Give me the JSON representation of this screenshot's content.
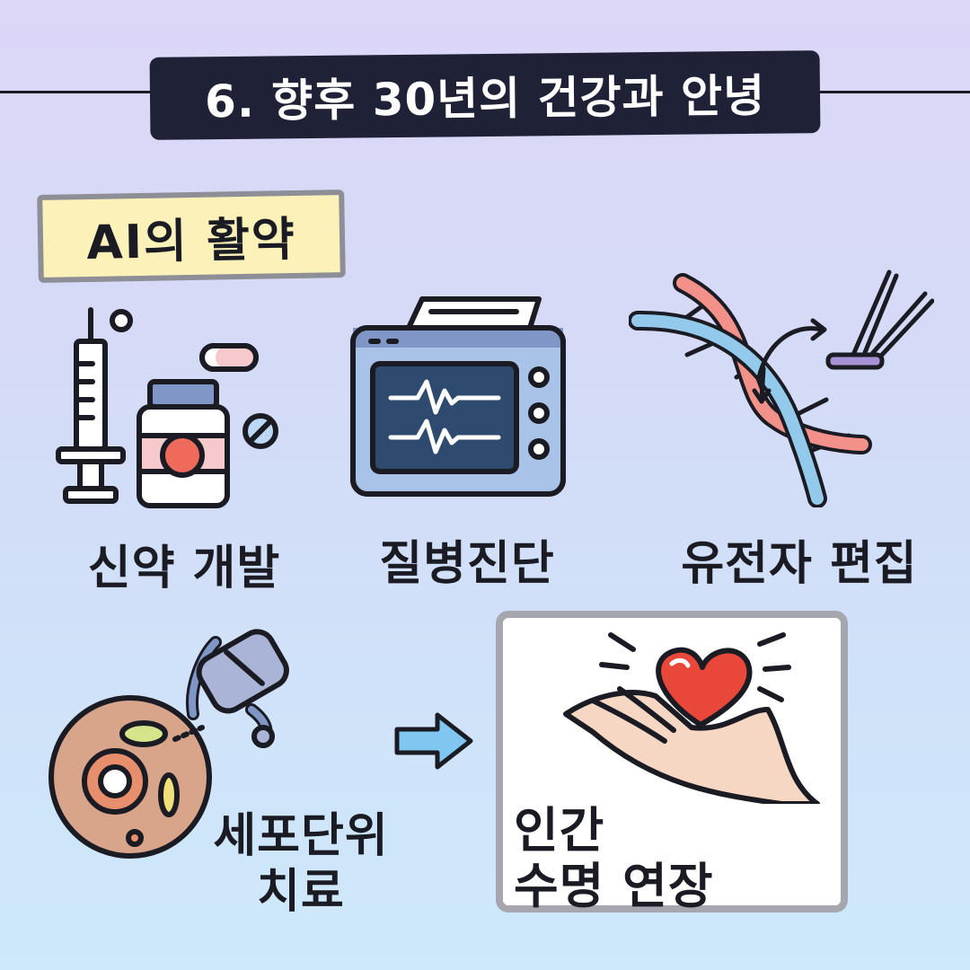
{
  "title": "6. 향후 30년의 건강과 안녕",
  "tag": "AI의 활약",
  "items": [
    {
      "label": "신약 개발",
      "icon": "syringe-medicine-icon"
    },
    {
      "label": "질병진단",
      "icon": "monitor-icon"
    },
    {
      "label": "유전자 편집",
      "icon": "dna-icon"
    }
  ],
  "cell_label_line1": "세포단위",
  "cell_label_line2": "치료",
  "result_line1": "인간",
  "result_line2": "수명 연장",
  "colors": {
    "title_bg": "#1f2236",
    "tag_bg": "#fbf1b9",
    "heart": "#e8473a",
    "arrow": "#7fc6f0"
  }
}
